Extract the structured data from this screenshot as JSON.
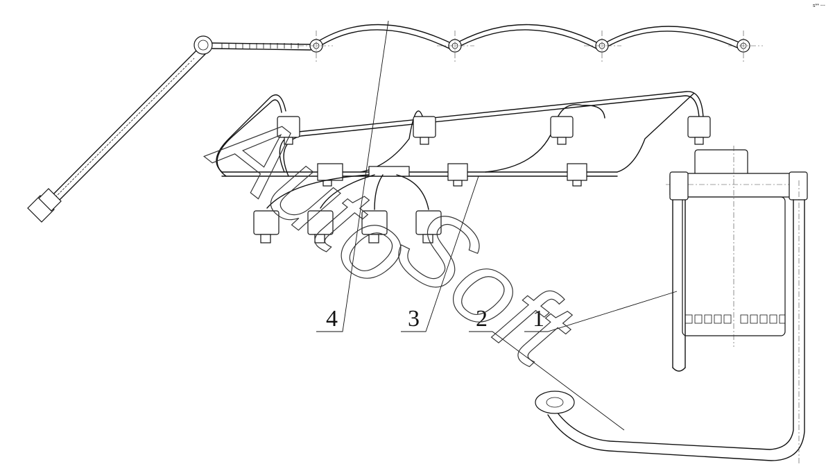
{
  "callouts": [
    {
      "id": "part-4",
      "label": "4"
    },
    {
      "id": "part-3",
      "label": "3"
    },
    {
      "id": "part-2",
      "label": "2"
    },
    {
      "id": "part-1",
      "label": "1"
    }
  ],
  "watermark": {
    "part1": "Auto",
    "part2": "Soft"
  },
  "corner_mark": "s** ---"
}
